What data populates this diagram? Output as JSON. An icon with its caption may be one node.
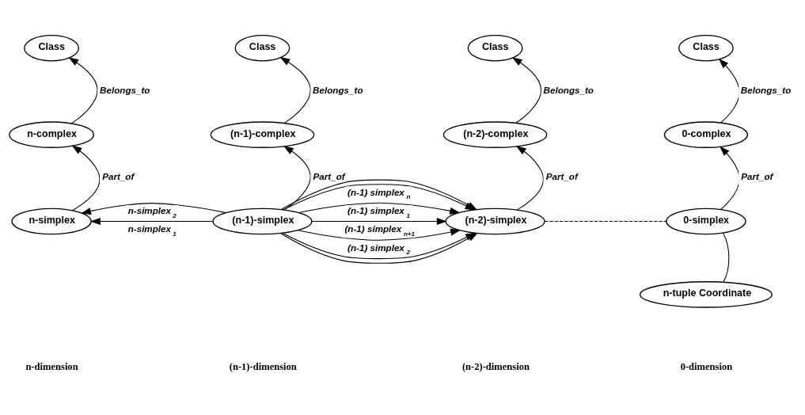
{
  "diagram": {
    "nodes": [
      {
        "text": [
          "Class"
        ]
      },
      {
        "text": [
          "n-complex"
        ]
      },
      {
        "text": [
          "n-simplex"
        ]
      },
      {
        "text": [
          "Class"
        ]
      },
      {
        "text": [
          "(n-1)-complex"
        ]
      },
      {
        "text": [
          "(n-1)-simplex"
        ]
      },
      {
        "text": [
          "Class"
        ]
      },
      {
        "text": [
          "(n-2)-complex"
        ]
      },
      {
        "text": [
          "(n-2)-simplex"
        ]
      },
      {
        "text": [
          "Class"
        ]
      },
      {
        "text": [
          "0-complex"
        ]
      },
      {
        "text": [
          "0-simplex"
        ]
      },
      {
        "text": [
          "n-tuple Coordinate"
        ]
      }
    ],
    "edges": [
      {
        "from": 1,
        "to": 0,
        "arrow": "to",
        "label": "Belongs_to"
      },
      {
        "from": 2,
        "to": 1,
        "arrow": "to",
        "label": "Part_of"
      },
      {
        "from": 4,
        "to": 3,
        "arrow": "to",
        "label": "Belongs_to"
      },
      {
        "from": 5,
        "to": 4,
        "arrow": "to",
        "label": "Part_of"
      },
      {
        "from": 7,
        "to": 6,
        "arrow": "to",
        "label": "Belongs_to"
      },
      {
        "from": 8,
        "to": 7,
        "arrow": "to",
        "label": "Part_of"
      },
      {
        "from": 10,
        "to": 9,
        "arrow": "to",
        "label": "Belongs_to"
      },
      {
        "from": 11,
        "to": 10,
        "arrow": "to",
        "label": "Part_of"
      },
      {
        "from": 5,
        "to": 2,
        "arrow": "to",
        "label": "n-simplex$_{1}$"
      },
      {
        "from": 5,
        "to": 2,
        "arrow": "to",
        "label": "n-simplex$_{2}$"
      },
      {
        "from": 5,
        "to": 8,
        "arrow": "to",
        "label": "(n-1) simplex$_{1}$"
      },
      {
        "from": 5,
        "to": 8,
        "arrow": "to",
        "label": "(n-1) simplex$_{2}$"
      },
      {
        "from": 5,
        "to": 8,
        "arrow": "to"
      },
      {
        "from": 5,
        "to": 8,
        "arrow": "to"
      },
      {
        "from": 5,
        "to": 8,
        "arrow": "to"
      },
      {
        "from": 5,
        "to": 8,
        "arrow": "to",
        "label": "(n-1) simplex$_{n}$"
      },
      {
        "from": 5,
        "to": 8,
        "arrow": "to",
        "label": "(n-1) simplex$_{n+1}$"
      },
      {
        "from": 8,
        "to": 11,
        "arrow": "none",
        "style": "dashed"
      },
      {
        "from": 11,
        "to": 12,
        "arrow": "none"
      }
    ],
    "labels": [
      "n-dimension",
      "(n-1)-dimension",
      "(n-2)-dimension",
      "0-dimension"
    ]
  }
}
